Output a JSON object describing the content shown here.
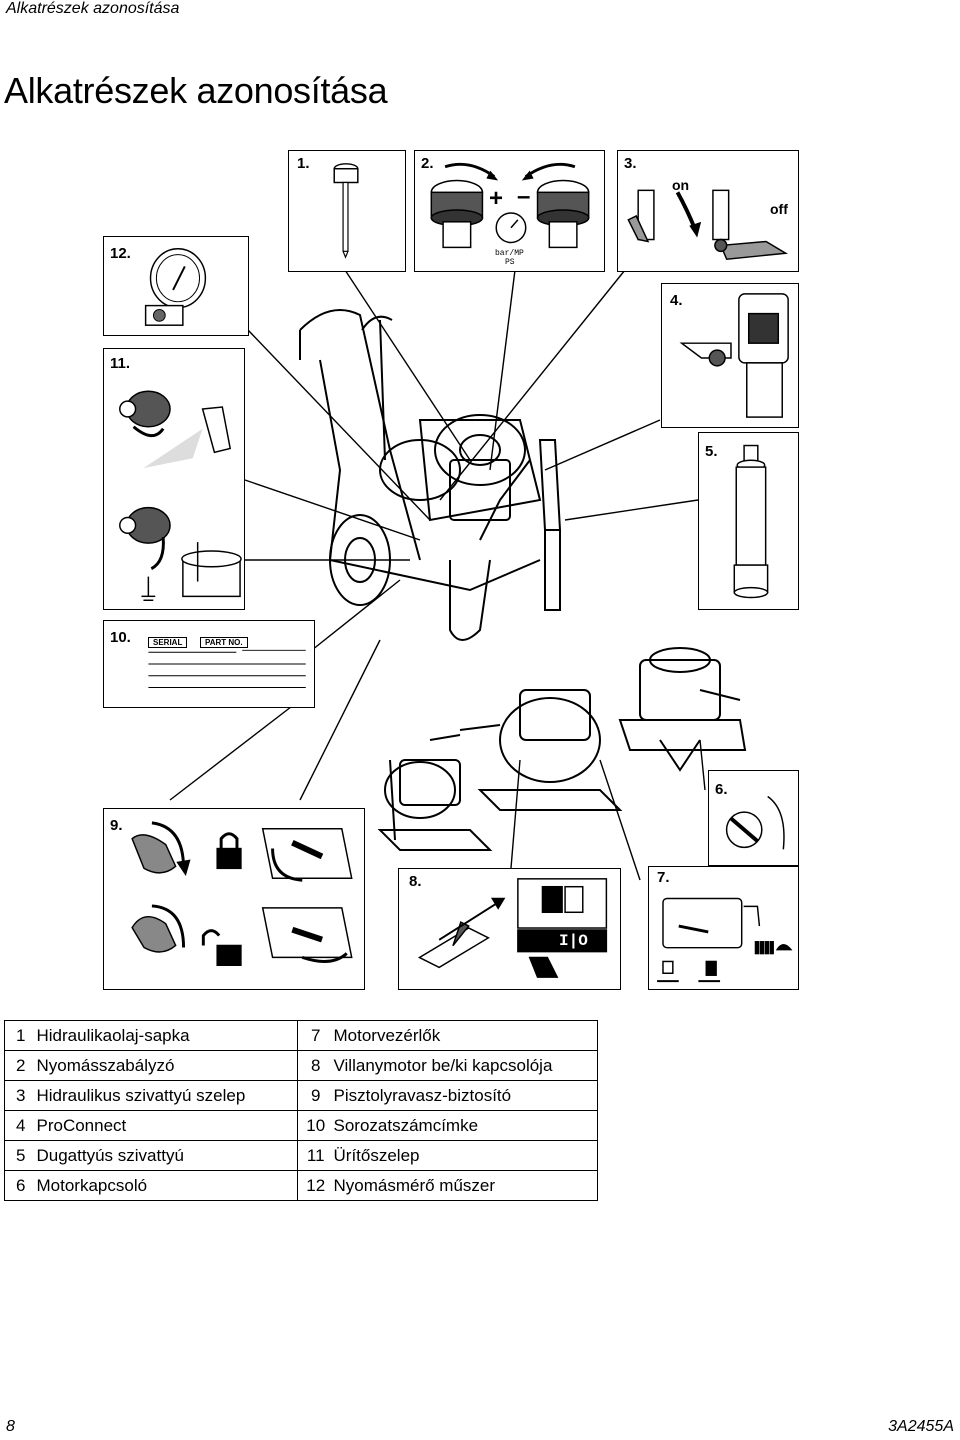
{
  "running_header": "Alkatrészek azonosítása",
  "title": "Alkatrészek azonosítása",
  "callouts": {
    "c1": "1.",
    "c2": "2.",
    "c3": "3.",
    "c4": "4.",
    "c5": "5.",
    "c6": "6.",
    "c7": "7.",
    "c8": "8.",
    "c9": "9.",
    "c10": "10.",
    "c11": "11.",
    "c12": "12."
  },
  "labels": {
    "plus": "+",
    "minus": "–",
    "gauge_unit_top": "bar/MP",
    "gauge_unit_bottom": "PS",
    "valve_on": "on",
    "valve_off": "off",
    "serial": "SERIAL",
    "part_no": "PART NO.",
    "switch_symbol": "I|O"
  },
  "legend": [
    {
      "n1": "1",
      "t1": "Hidraulikaolaj-sapka",
      "n2": "7",
      "t2": "Motorvezérlők"
    },
    {
      "n1": "2",
      "t1": "Nyomásszabályzó",
      "n2": "8",
      "t2": "Villanymotor be/ki kapcsolója"
    },
    {
      "n1": "3",
      "t1": "Hidraulikus szivattyú szelep",
      "n2": "9",
      "t2": "Pisztolyravasz-biztosító"
    },
    {
      "n1": "4",
      "t1": "ProConnect",
      "n2": "10",
      "t2": "Sorozatszámcímke"
    },
    {
      "n1": "5",
      "t1": "Dugattyús szivattyú",
      "n2": "11",
      "t2": "Ürítőszelep"
    },
    {
      "n1": "6",
      "t1": "Motorkapcsoló",
      "n2": "12",
      "t2": "Nyomásmérő műszer"
    }
  ],
  "footer": {
    "page_number": "8",
    "doc_code": "3A2455A"
  }
}
